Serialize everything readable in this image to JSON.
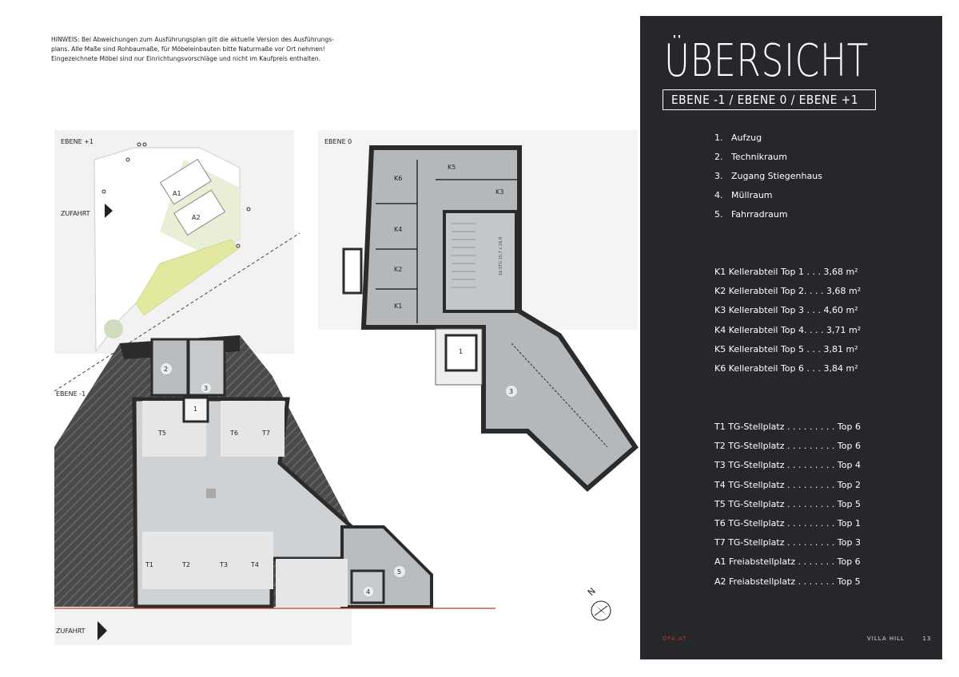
{
  "notice": "HINWEIS: Bei Abweichungen zum Ausführungsplan gilt die aktuelle Version des Ausführungs-plans. Alle Maße sind Rohbaumaße, für Möbeleinbauten bitte Naturmaße vor Ort nehmen! Eingezeichnete Möbel sind nur Einrichtungsvorschläge und nicht im Kaufpreis enthalten.",
  "plan": {
    "level_plus1_label": "EBENE +1",
    "level_0_label": "EBENE 0",
    "level_minus1_label": "EBENE -1",
    "access_top": "ZUFAHRT",
    "access_bottom": "ZUFAHRT",
    "north": "N",
    "stair_note": "16 STG 15,7 x 26,9",
    "rooms": {
      "r1_lower": "1",
      "r2": "2",
      "r3_lower": "3",
      "r4": "4",
      "r5": "5",
      "r1_upper": "1",
      "r3_upper": "3",
      "a1": "A1",
      "a2": "A2",
      "k1": "K1",
      "k2": "K2",
      "k3": "K3",
      "k4": "K4",
      "k5": "K5",
      "k6": "K6",
      "t1": "T1",
      "t2": "T2",
      "t3": "T3",
      "t4": "T4",
      "t5": "T5",
      "t6": "T6",
      "t7": "T7"
    }
  },
  "panel": {
    "title": "ÜBERSICHT",
    "levels": "EBENE -1 / EBENE 0 / EBENE +1",
    "legend": [
      {
        "num": "1.",
        "label": "Aufzug"
      },
      {
        "num": "2.",
        "label": "Technikraum"
      },
      {
        "num": "3.",
        "label": "Zugang Stiegenhaus"
      },
      {
        "num": "4.",
        "label": "Müllraum"
      },
      {
        "num": "5.",
        "label": "Fahrradraum"
      }
    ],
    "storage": [
      "K1 Kellerabteil Top 1 . . . 3,68 m²",
      "K2 Kellerabteil Top 2. . . . 3,68 m²",
      "K3 Kellerabteil Top 3 . . . 4,60 m²",
      "K4 Kellerabteil Top 4. . . . 3,71 m²",
      "K5 Kellerabteil Top 5 . . . 3,81 m²",
      "K6 Kellerabteil Top 6 . . . 3,84 m²"
    ],
    "parking": [
      "T1 TG-Stellplatz . . . . . . . . . Top 6",
      "T2 TG-Stellplatz . . . . . . . . . Top 6",
      "T3 TG-Stellplatz . . . . . . . . . Top 4",
      "T4 TG-Stellplatz . . . . . . . . . Top 2",
      "T5 TG-Stellplatz . . . . . . . . . Top 5",
      "T6 TG-Stellplatz . . . . . . . . . Top 1",
      "T7 TG-Stellplatz . . . . . . . . . Top 3",
      "A1 Freiabstellplatz . . . . . . . Top 6",
      "A2 Freiabstellplatz . . . . . . . Top 5"
    ],
    "footer_left": "OFA.AT",
    "footer_brand": "VILLA HILL",
    "footer_page": "13"
  },
  "colors": {
    "panel": "#26272b",
    "wall": "#2b2b2b",
    "floor": "#b4b8ba",
    "ramp": "#555555",
    "garden": "#e8efd6",
    "accent": "#c0392b"
  }
}
